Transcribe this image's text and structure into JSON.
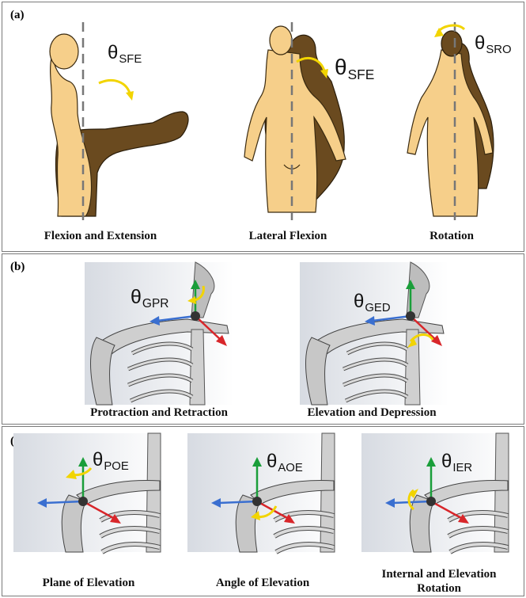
{
  "panels": {
    "a": {
      "label": "(a)",
      "captions": [
        "Flexion and Extension",
        "Lateral Flexion",
        "Rotation"
      ],
      "angles": [
        {
          "symbol": "θ",
          "sub": "SFE"
        },
        {
          "symbol": "θ",
          "sub": "SFE"
        },
        {
          "symbol": "θ",
          "sub": "SRO"
        }
      ]
    },
    "b": {
      "label": "(b)",
      "captions": [
        "Protraction and Retraction",
        "Elevation and Depression"
      ],
      "angles": [
        {
          "symbol": "θ",
          "sub": "GPR"
        },
        {
          "symbol": "θ",
          "sub": "GED"
        }
      ]
    },
    "c": {
      "label": "(c)",
      "captions": [
        "Plane of Elevation",
        "Angle of Elevation",
        "Internal and Elevation",
        "Rotation"
      ],
      "angles": [
        {
          "symbol": "θ",
          "sub": "POE"
        },
        {
          "symbol": "θ",
          "sub": "AOE"
        },
        {
          "symbol": "θ",
          "sub": "IER"
        }
      ]
    }
  },
  "colors": {
    "skin_light": "#f6cf8a",
    "skin_dark": "#6a4a1f",
    "axis_green": "#1a9e3a",
    "axis_blue": "#3a6fd0",
    "axis_red": "#d8262a",
    "rotation_yellow": "#f2d400",
    "bone": "#c9c9c9",
    "panel_border": "#7a7a7a"
  }
}
